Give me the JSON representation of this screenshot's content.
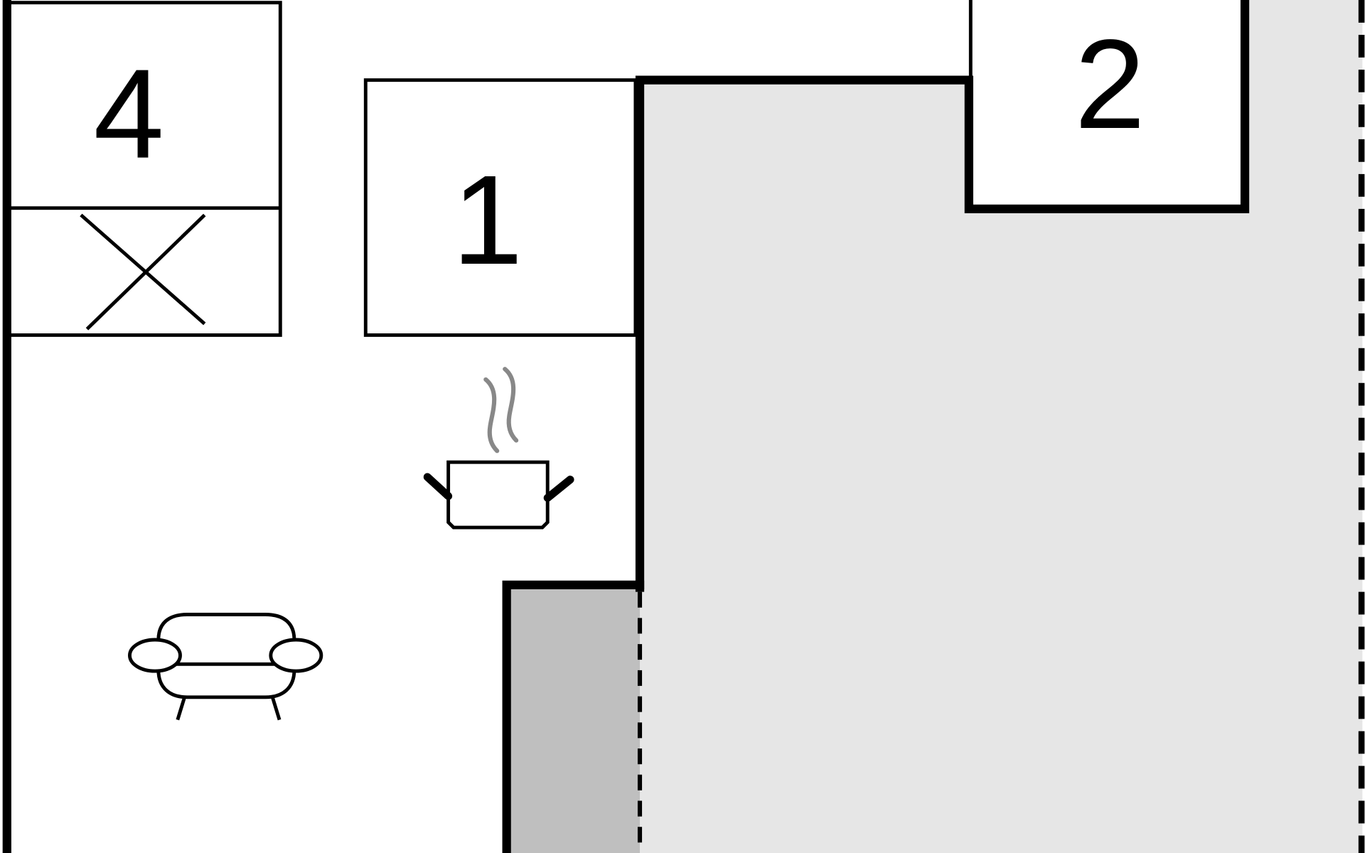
{
  "title": "Floor plan",
  "rooms": [
    {
      "id": "room-4",
      "label": "4"
    },
    {
      "id": "room-1",
      "label": "1"
    },
    {
      "id": "room-2",
      "label": "2"
    }
  ],
  "icons": [
    "cross-mark-icon",
    "cooking-pot-icon",
    "sofa-icon"
  ],
  "colors": {
    "wall": "#000000",
    "outdoor": "#e6e6e6",
    "terrace": "#bfbfbf",
    "floor": "#ffffff",
    "steam": "#888888"
  }
}
